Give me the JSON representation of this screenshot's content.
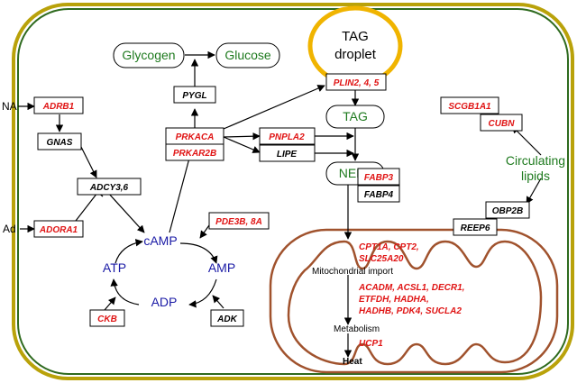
{
  "colors": {
    "cell_outer": "#b9a20a",
    "cell_inner": "#2e6a1e",
    "droplet": "#f0b400",
    "mito": "#a0522d",
    "gene_red": "#e01414",
    "gene_black": "#000000",
    "met_green": "#1e7a1e",
    "met_blue": "#1a1aa6"
  },
  "genes": {
    "adrb1": "ADRB1",
    "gnas": "GNAS",
    "adcy": "ADCY3,6",
    "adora1": "ADORA1",
    "pygl": "PYGL",
    "prkaca": "PRKACA",
    "prkar2b": "PRKAR2B",
    "pnpla2": "PNPLA2",
    "lipe": "LIPE",
    "plin": "PLIN2, 4, 5",
    "pde": "PDE3B, 8A",
    "ckb": "CKB",
    "adk": "ADK",
    "fabp3": "FABP3",
    "fabp4": "FABP4",
    "scgb1a1": "SCGB1A1",
    "cubn": "CUBN",
    "obp2b": "OBP2B",
    "reep6": "REEP6",
    "cpt_line1": "CPT1A, CPT2,",
    "cpt_line2": "SLC25A20",
    "met_line1": "ACADM, ACSL1, DECR1,",
    "met_line2": "ETFDH, HADHA,",
    "met_line3": "HADHB, PDK4, SUCLA2",
    "ucp1": "UCP1"
  },
  "metabolites": {
    "glycogen": "Glycogen",
    "glucose": "Glucose",
    "tag_droplet_line1": "TAG",
    "tag_droplet_line2": "droplet",
    "tag": "TAG",
    "nefa": "NEFA",
    "camp": "cAMP",
    "atp": "ATP",
    "amp": "AMP",
    "adp": "ADP",
    "circ_line1": "Circulating",
    "circ_line2": "lipids"
  },
  "labels": {
    "na": "NA",
    "ad": "Ad",
    "mito_import": "Mitochondrial import",
    "metabolism": "Metabolism",
    "heat": "Heat"
  }
}
